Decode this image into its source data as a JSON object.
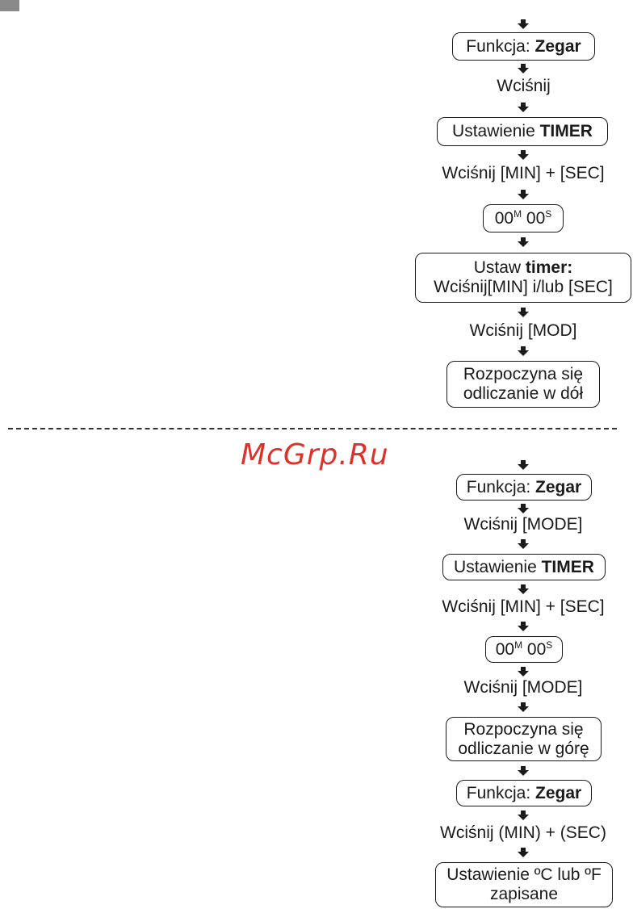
{
  "watermark": "McGrp.Ru",
  "countdown": {
    "step1": {
      "prefix": "Funkcja: ",
      "bold": "Zegar"
    },
    "press1": "Wciśnij",
    "step2": {
      "prefix": "Ustawienie ",
      "bold": "TIMER"
    },
    "press2": "Wciśnij [MIN] + [SEC]",
    "display": {
      "minutes": "00",
      "m_sup": "M",
      "seconds": "00",
      "s_sup": "S"
    },
    "step4": {
      "line1_prefix": "Ustaw ",
      "line1_bold": "timer:",
      "line2": "Wciśnij[MIN] i/lub [SEC]"
    },
    "press3": "Wciśnij [MOD]",
    "step5": {
      "line1": "Rozpoczyna się",
      "line2": "odliczanie w dół"
    }
  },
  "countup": {
    "step1": {
      "prefix": "Funkcja: ",
      "bold": "Zegar"
    },
    "press1": "Wciśnij [MODE]",
    "step2": {
      "prefix": "Ustawienie ",
      "bold": "TIMER"
    },
    "press2": "Wciśnij [MIN] + [SEC]",
    "display": {
      "minutes": "00",
      "m_sup": "M",
      "seconds": "00",
      "s_sup": "S"
    },
    "press3": "Wciśnij [MODE]",
    "step4": {
      "line1": "Rozpoczyna się",
      "line2": "odliczanie w górę"
    },
    "step5": {
      "prefix": "Funkcja: ",
      "bold": "Zegar"
    },
    "press4": "Wciśnij (MIN) + (SEC)",
    "step6": {
      "line1": "Ustawienie ºC lub ºF",
      "line2": "zapisane"
    }
  }
}
